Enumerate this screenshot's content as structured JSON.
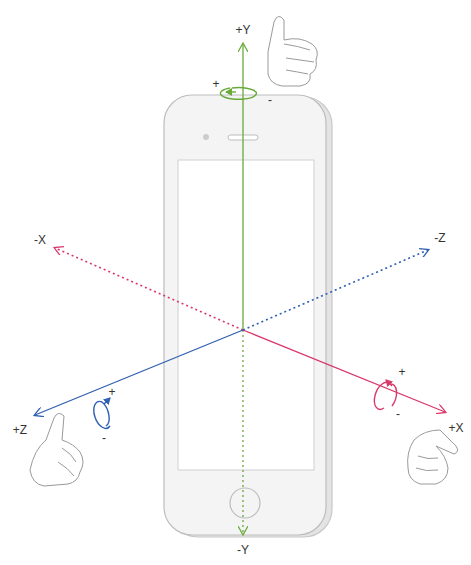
{
  "diagram": {
    "labels": [
      "+Y",
      "+",
      "-",
      "-X",
      "-Z",
      "+",
      "-",
      "+",
      "-",
      "+Z",
      "+X",
      "-Y"
    ]
  }
}
